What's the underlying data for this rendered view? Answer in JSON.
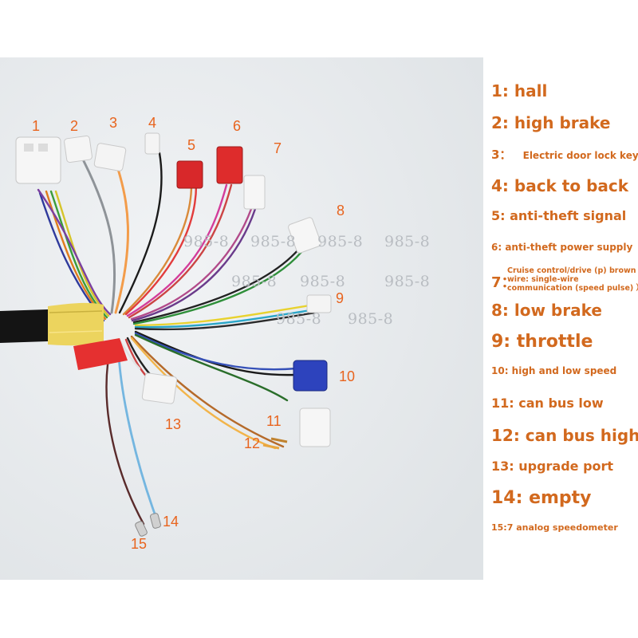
{
  "photo": {
    "description_colors": {
      "background": "#e6eaed",
      "sheath": "#1a1a1a",
      "tape": "#f0d460",
      "connector_white": "#f4f4f4",
      "connector_red": "#d42a2a",
      "connector_blue": "#2a40b8"
    },
    "callouts": [
      "1",
      "2",
      "3",
      "4",
      "5",
      "6",
      "7",
      "8",
      "9",
      "10",
      "11",
      "12",
      "13",
      "14",
      "15"
    ],
    "watermarks": [
      "985-8",
      "985-8",
      "985-8",
      "985-8",
      "985-8",
      "985-8",
      "985-8",
      "985-8",
      "985-8"
    ]
  },
  "legend": {
    "items": [
      {
        "text": "1: hall"
      },
      {
        "text": "2: high brake"
      },
      {
        "num": "3：",
        "text": "Electric door lock key"
      },
      {
        "text": "4: back to back"
      },
      {
        "text": "5: anti-theft signal"
      },
      {
        "text": "6: anti-theft power supply"
      },
      {
        "num": "7：",
        "text": "Cruise control/drive (p) brown wire: single-wire communication (speed pulse) ）"
      },
      {
        "text": "8: low brake"
      },
      {
        "text": "9: throttle"
      },
      {
        "text": "10: high and low speed"
      },
      {
        "text": "11: can bus low"
      },
      {
        "text": "12: can bus high"
      },
      {
        "text": "13: upgrade port"
      },
      {
        "text": "14: empty"
      },
      {
        "text": "15:7 analog speedometer"
      }
    ]
  }
}
